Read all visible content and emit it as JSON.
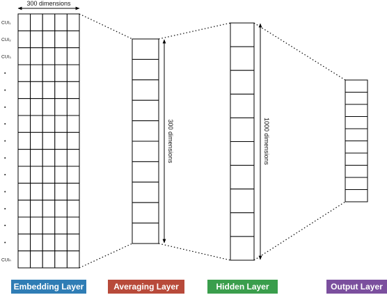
{
  "embedding": {
    "dimension_label": "300 dimensions",
    "row_labels": [
      "CUI₁",
      "CUI₂",
      "CUI₃",
      "•",
      "•",
      "•",
      "•",
      "•",
      "•",
      "•",
      "•",
      "•",
      "•",
      "•",
      "CUIₙ"
    ],
    "columns": 5
  },
  "averaging": {
    "dimension_label": "300 dimensions",
    "cells": 10
  },
  "hidden": {
    "dimension_label": "1000 dimensions",
    "cells": 10
  },
  "output": {
    "cells": 10
  },
  "layers": [
    {
      "label": "Embedding Layer",
      "color": "#2f7db5"
    },
    {
      "label": "Averaging Layer",
      "color": "#b84a3a"
    },
    {
      "label": "Hidden Layer",
      "color": "#3a9e4c"
    },
    {
      "label": "Output Layer",
      "color": "#7b4f9e"
    }
  ]
}
